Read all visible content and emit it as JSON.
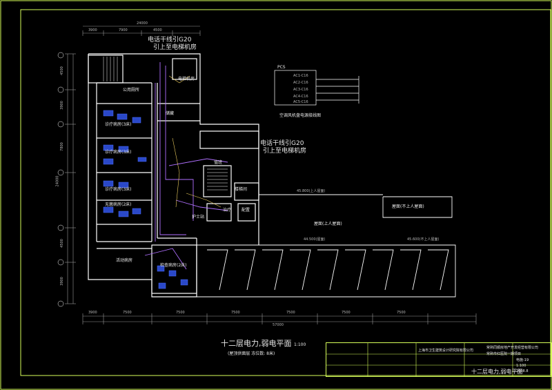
{
  "drawing": {
    "title": "十二层电力,弱电平面",
    "scale": "1:100",
    "subtitle": "(屋顶供面层 冻位数: 8米)"
  },
  "rooms": [
    {
      "id": "pub-toilet",
      "label": "公用厕所"
    },
    {
      "id": "treatment-1",
      "label": "诊疗病房(3床)"
    },
    {
      "id": "treatment-2",
      "label": "诊疗病房(3床)"
    },
    {
      "id": "isolation",
      "label": "无菌病房(2床)"
    },
    {
      "id": "activity",
      "label": "活动病房"
    },
    {
      "id": "exam",
      "label": "检查病房(2床)"
    },
    {
      "id": "storage",
      "label": "储藏"
    },
    {
      "id": "duty",
      "label": "值班"
    },
    {
      "id": "nurse-station",
      "label": "护士站"
    },
    {
      "id": "treatment-room",
      "label": "治疗"
    },
    {
      "id": "office",
      "label": "配置"
    },
    {
      "id": "stair",
      "label": "楼梯间"
    },
    {
      "id": "elevator-machine",
      "label": "电梯机房"
    },
    {
      "id": "roof-room",
      "label": "屋面(不上人屋面)"
    },
    {
      "id": "roof",
      "label": "屋面(上人屋面)"
    }
  ],
  "callouts": [
    {
      "id": "elev-1",
      "line1": "电话干线引G20",
      "line2": "引上至电梯机房"
    },
    {
      "id": "elev-2",
      "line1": "电话干线引G20",
      "line2": "引上至电梯机房"
    }
  ],
  "schematic": {
    "title": "空调风机盘电源接线图",
    "rows": [
      "AC1-C16",
      "AC2-C16",
      "AC3-C16",
      "AC4-C16",
      "AC5-C16"
    ],
    "header": "PCS"
  },
  "levels": [
    {
      "id": "lv1",
      "text": "45.800(上人屋面)"
    },
    {
      "id": "lv2",
      "text": "45.600(不上人屋面)"
    },
    {
      "id": "lv3",
      "text": "44.500(屋面)"
    }
  ],
  "dimensions": {
    "top": [
      "3900",
      "7900",
      "4500",
      "24000"
    ],
    "bottom": [
      "3900",
      "7500",
      "7500",
      "7500",
      "7500",
      "7500",
      "7500"
    ],
    "bottom_total": "57000",
    "left": [
      "4500",
      "3900",
      "7800",
      "24000",
      "4500",
      "3900"
    ]
  },
  "title_block": {
    "company": "常熟同顺房地产开发经营有限公司",
    "project": "常熟市红医院一期项目",
    "design_institute": "上海市卫生建筑设计研究院有限公司",
    "drawing_name": "十二层电力,弱电平面",
    "drawing_no": "电施-19",
    "date": "2008.8",
    "scale": "1:100"
  },
  "colors": {
    "frame": "#d8ff5a",
    "walls": "#ffffff",
    "wiring": "#b070ff",
    "devices": "#4a6cff",
    "dimension": "#9a9a9a"
  }
}
